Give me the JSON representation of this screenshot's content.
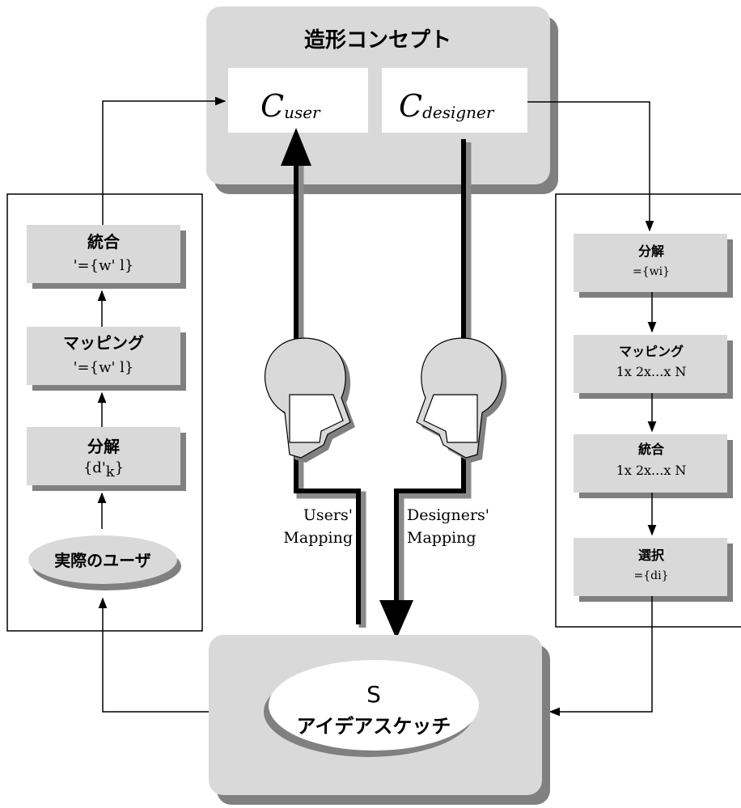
{
  "concept": {
    "title": "造形コンセプト",
    "c_user": {
      "main": "C",
      "sub": "user"
    },
    "c_designer": {
      "main": "C",
      "sub": "designer"
    }
  },
  "left_panel": {
    "boxes": [
      {
        "title": "統合",
        "formula": "'={w' l}"
      },
      {
        "title": "マッピング",
        "formula": "'={w' l}"
      },
      {
        "title": "分解",
        "formula": "{d'",
        "formula_sub": "k",
        "formula_end": "}"
      }
    ],
    "user_oval": "実際のユーザ"
  },
  "right_panel": {
    "boxes": [
      {
        "title": "分解",
        "formula": "={wi}"
      },
      {
        "title": "マッピング",
        "formula": "1x 2x...x N"
      },
      {
        "title": "統合",
        "formula": "1x 2x...x N"
      },
      {
        "title": "選択",
        "formula": "={di}"
      }
    ]
  },
  "labels": {
    "users_mapping": [
      "Users'",
      "Mapping"
    ],
    "designers_mapping": [
      "Designers'",
      "Mapping"
    ]
  },
  "sketch": {
    "symbol": "S",
    "label": "アイデアスケッチ"
  },
  "colors": {
    "gray": "#d9d9d9",
    "shadow": "#808080",
    "line": "#000000"
  }
}
